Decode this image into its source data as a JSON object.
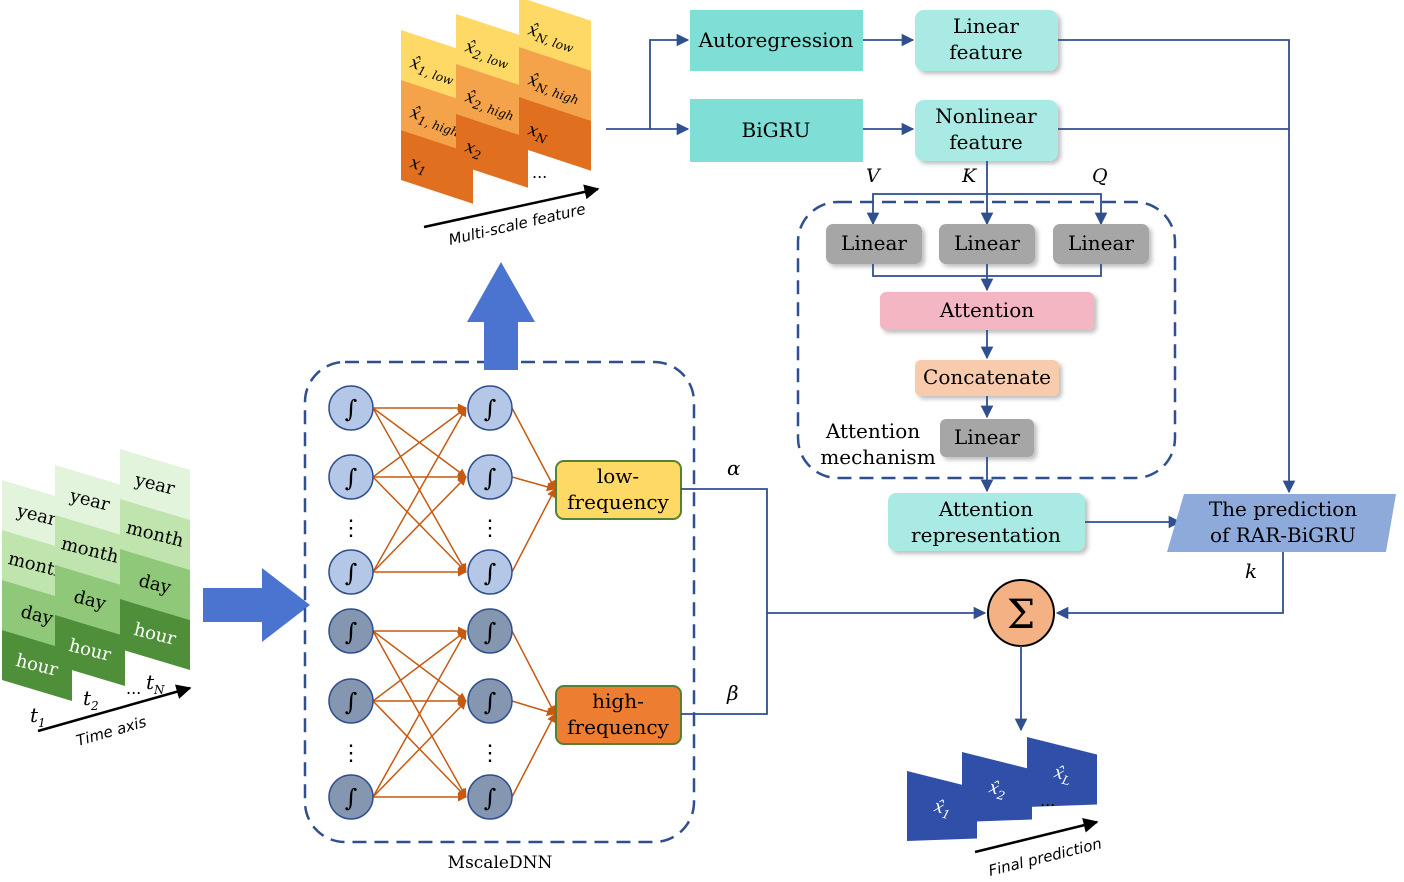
{
  "time_input": {
    "cards": [
      {
        "rows": [
          "year",
          "month",
          "day",
          "hour"
        ],
        "t_label": "t",
        "t_sub": "1"
      },
      {
        "rows": [
          "year",
          "month",
          "day",
          "hour"
        ],
        "t_label": "t",
        "t_sub": "2"
      },
      {
        "rows": [
          "year",
          "month",
          "day",
          "hour"
        ],
        "t_label": "t",
        "t_sub": "N"
      }
    ],
    "dots": "...",
    "axis_label": "Time axis",
    "colors": [
      "#e3f4dc",
      "#bfe4ad",
      "#8ec878",
      "#4f8f3a"
    ]
  },
  "mscale": {
    "label": "MscaleDNN",
    "neuron_glyph": "∫",
    "vdots": "⋮",
    "low_label": [
      "low-",
      "frequency"
    ],
    "high_label": [
      "high-",
      "frequency"
    ],
    "alpha": "α",
    "beta": "β",
    "low_color": "#ffd966",
    "high_color": "#ed7d31"
  },
  "multiscale": {
    "axis_label": "Multi-scale feature",
    "dots": "...",
    "cards": [
      {
        "rows": [
          {
            "text": "x̂",
            "sub": "1, low"
          },
          {
            "text": "x̂",
            "sub": "1, high"
          },
          {
            "text": "x",
            "sub": "1"
          }
        ]
      },
      {
        "rows": [
          {
            "text": "x̂",
            "sub": "2, low"
          },
          {
            "text": "x̂",
            "sub": "2, high"
          },
          {
            "text": "x",
            "sub": "2"
          }
        ]
      },
      {
        "rows": [
          {
            "text": "x̂",
            "sub": "N, low"
          },
          {
            "text": "x̂",
            "sub": "N, high"
          },
          {
            "text": "x",
            "sub": "N"
          }
        ]
      }
    ]
  },
  "blocks": {
    "autoregression": "Autoregression",
    "bigru": "BiGRU",
    "linear_feature": [
      "Linear",
      "feature"
    ],
    "nonlinear_feature": [
      "Nonlinear",
      "feature"
    ],
    "v": "V",
    "k": "K",
    "q": "Q",
    "linear": "Linear",
    "attention": "Attention",
    "concatenate": "Concatenate",
    "attention_mechanism": [
      "Attention",
      "mechanism"
    ],
    "attention_representation": [
      "Attention",
      "representation"
    ],
    "prediction": [
      "The prediction",
      "of RAR-BiGRU"
    ],
    "k_weight": "k",
    "sum": "Σ"
  },
  "final": {
    "axis_label": "Final prediction",
    "dots": "...",
    "cards": [
      {
        "text": "x̂",
        "sub": "1"
      },
      {
        "text": "x̂",
        "sub": "2"
      },
      {
        "text": "x̂",
        "sub": "L"
      }
    ]
  },
  "colors": {
    "teal": "#7fded5",
    "teal_light": "#a9ebe4",
    "gray": "#a6a6a6",
    "pink": "#f4b6c2",
    "peach": "#f8cbad",
    "blue_arrow": "#4a74d0",
    "line": "#2f4f8f",
    "orange_edge": "#c55a11",
    "neuron_light": "#b4c7e7",
    "neuron_dark": "#8496b0",
    "prediction_fill": "#8eaadb",
    "final_fill": "#2f4fa8",
    "sum_fill": "#f4b183"
  }
}
